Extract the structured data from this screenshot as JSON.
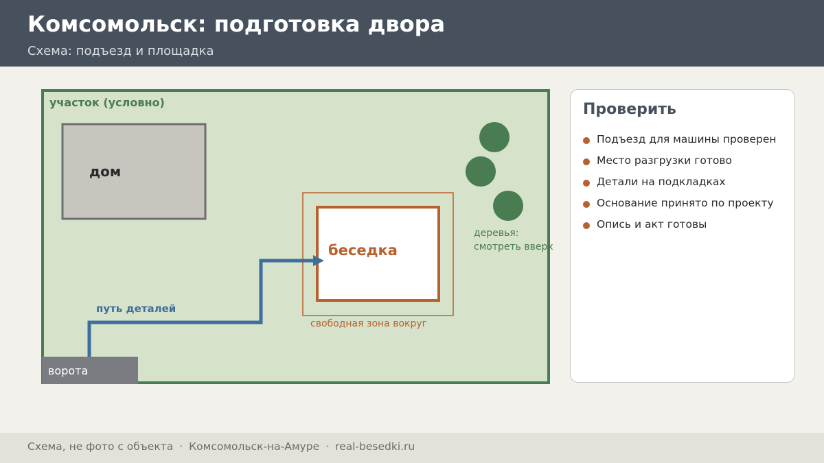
{
  "header": {
    "title": "Комсомольск: подготовка двора",
    "subtitle": "Схема: подъезд и площадка"
  },
  "diagram": {
    "plot_label": "участок (условно)",
    "house_label": "дом",
    "gazebo_label": "беседка",
    "clear_zone_label": "свободная зона вокруг",
    "path_label": "путь деталей",
    "gate_label": "ворота",
    "trees_label_line1": "деревья:",
    "trees_label_line2": "смотреть вверх"
  },
  "checklist": {
    "title": "Проверить",
    "items": [
      "Подъезд для машины проверен",
      "Место разгрузки готово",
      "Детали на подкладках",
      "Основание принято по проекту",
      "Опись и акт готовы"
    ]
  },
  "footer": {
    "note": "Схема, не фото с объекта",
    "city": "Комсомольск-на-Амуре",
    "site": "real-besedki.ru"
  },
  "colors": {
    "header_bg": "#47515e",
    "plot_fill": "#d6e2c9",
    "plot_border": "#4a7c51",
    "gazebo_accent": "#b8612f",
    "path_blue": "#3e6e9c",
    "tree_green": "#4a7c51",
    "gate_gray": "#7a7c82"
  }
}
